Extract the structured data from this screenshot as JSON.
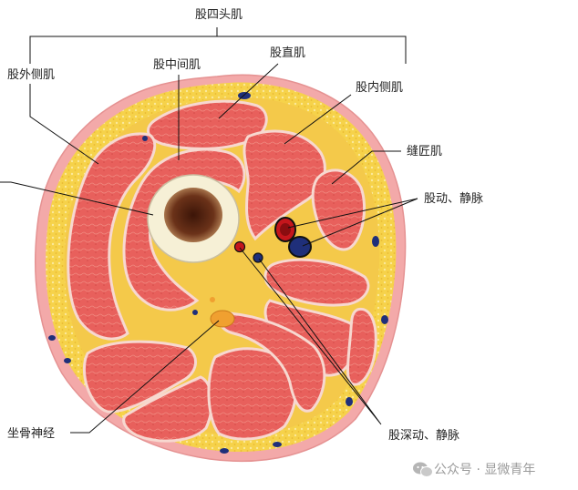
{
  "labels": {
    "quadriceps": "股四头肌",
    "vastus_lateralis": "股外侧肌",
    "vastus_intermedius": "股中间肌",
    "rectus_femoris": "股直肌",
    "vastus_medialis": "股内侧肌",
    "sartorius": "缝匠肌",
    "femoral_vessels": "股动、静脉",
    "deep_femoral_vessels": "股深动、静脉",
    "sciatic_nerve": "坐骨神经"
  },
  "watermark": {
    "icon": "wechat-icon",
    "text": "公众号 · 显微青年"
  },
  "colors": {
    "skin": "#f2a6a6",
    "fat": "#f7d44a",
    "muscle": "#e8625e",
    "muscle_edge": "#f6d6cf",
    "bone_cortex": "#f7f1da",
    "marrow": "#5a2a16",
    "artery": "#c4161c",
    "vein": "#1f2f7a",
    "nerve": "#f0a030"
  }
}
